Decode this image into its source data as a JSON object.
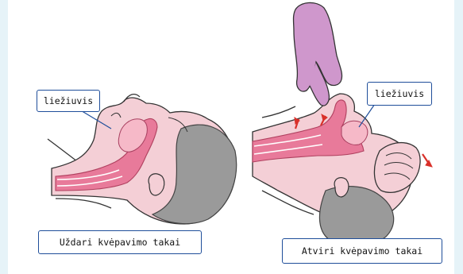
{
  "figure": {
    "left_panel": {
      "tongue_label": "liežiuvis",
      "caption": "Uždari kvėpavimo takai"
    },
    "right_panel": {
      "tongue_label": "liežiuvis",
      "caption": "Atviri kvėpavimo takai"
    }
  },
  "colors": {
    "background": "#e6f3f8",
    "skin": "#f4cfd6",
    "airway": "#e87a9a",
    "hair": "#9a9a9a",
    "label_border": "#1f4e9a",
    "arrow": "#d9302a"
  }
}
